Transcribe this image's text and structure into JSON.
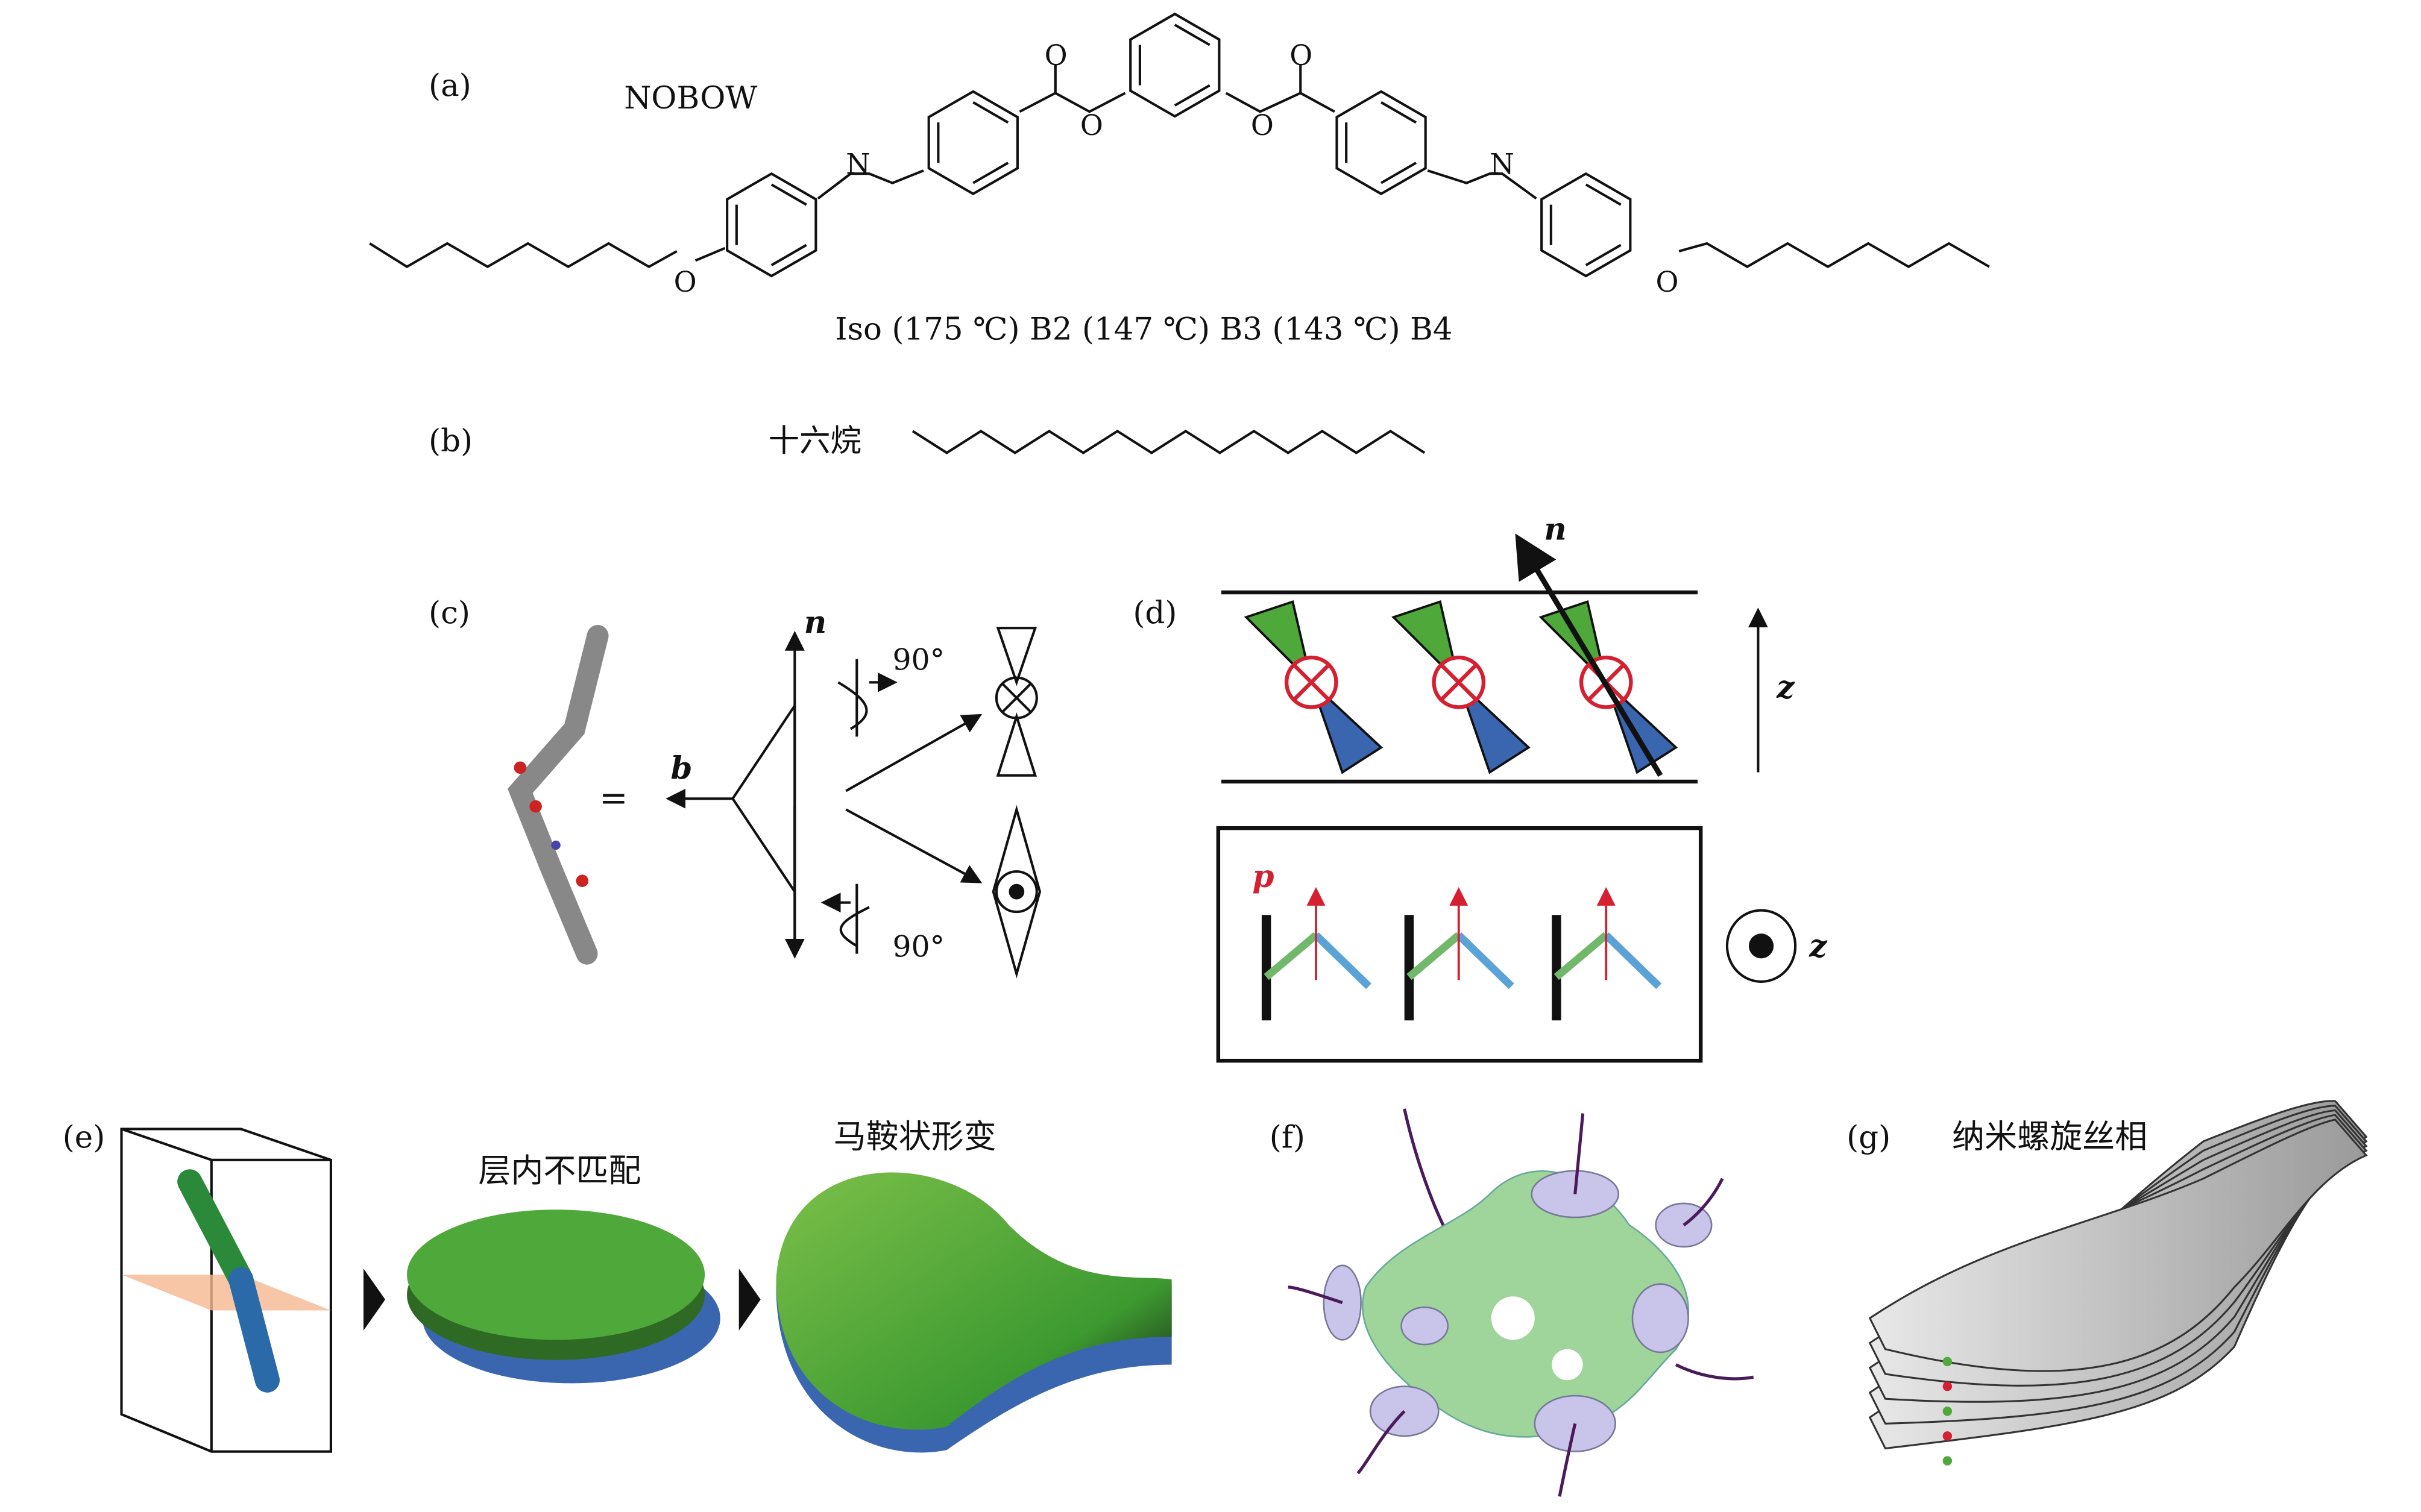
{
  "panels": {
    "a": {
      "label": "(a)",
      "name": "NOBOW",
      "transitions": "Iso (175 ℃) B2 (147 ℃) B3 (143 ℃) B4",
      "atom_O": "O",
      "atom_N": "N"
    },
    "b": {
      "label": "(b)",
      "name": "十六烷"
    },
    "c": {
      "label": "(c)",
      "n": "n",
      "b": "b",
      "equals": "=",
      "angle_top": "90°",
      "angle_bottom": "90°"
    },
    "d": {
      "label": "(d)",
      "n": "n",
      "z": "z",
      "p": "p",
      "z2": "z"
    },
    "e": {
      "label": "(e)",
      "caption1": "层内不匹配",
      "caption2": "马鞍状形变"
    },
    "f": {
      "label": "(f)"
    },
    "g": {
      "label": "(g)",
      "caption": "纳米螺旋丝相"
    }
  },
  "colors": {
    "green": "#4fa83a",
    "blue": "#3a66b0",
    "red": "#d42030",
    "light_blue": "#5ba3d6",
    "light_green": "#72b86a"
  }
}
